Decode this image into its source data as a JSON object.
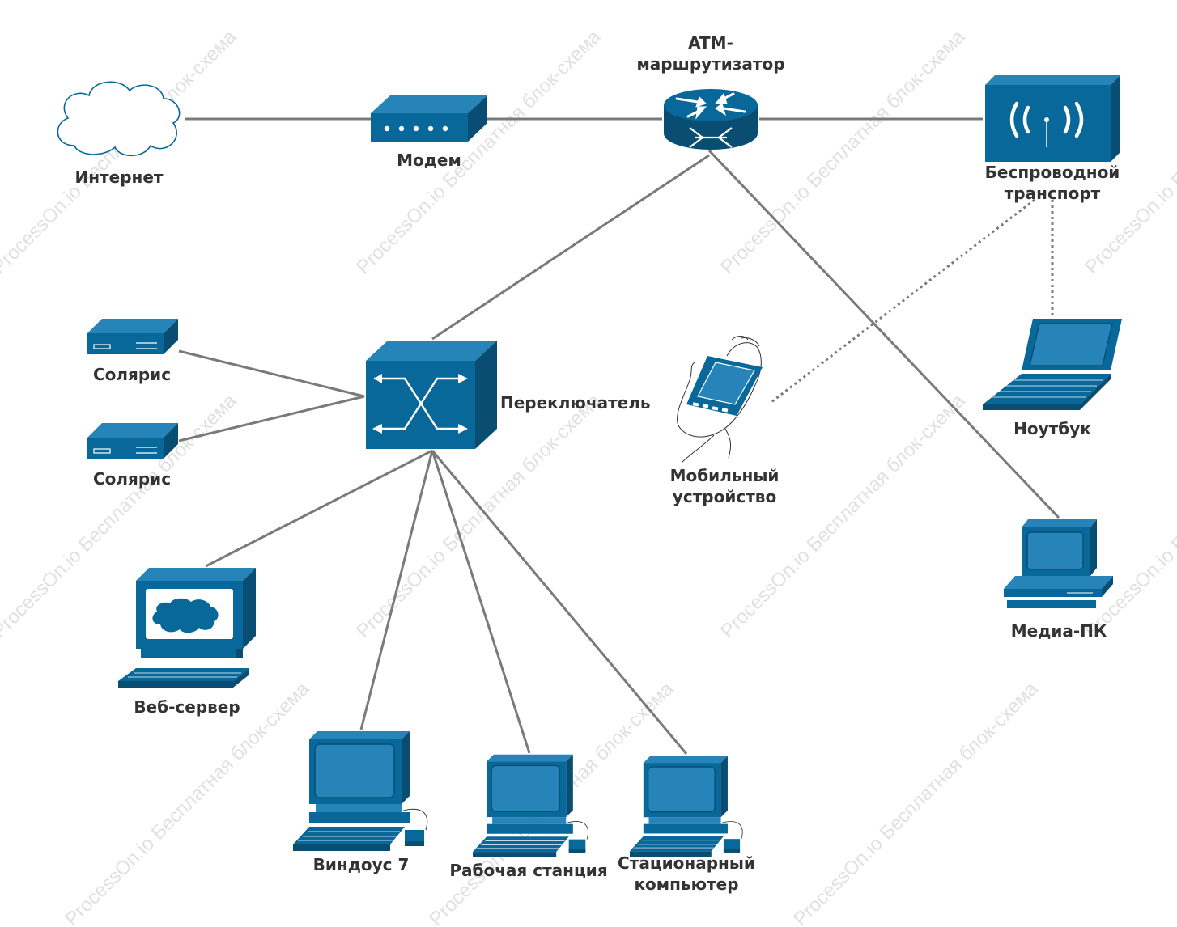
{
  "colors": {
    "device_fill": "#08689a",
    "device_dark": "#0a4d73",
    "device_light": "#2784b8",
    "line": "#7a7a7a",
    "text": "#333333",
    "watermark": "#d9d9d9"
  },
  "watermark": "ProcessOn.io Бесплатная блок-схема",
  "nodes": {
    "internet": {
      "label": "Интернет",
      "icon": "cloud-icon"
    },
    "modem": {
      "label": "Модем",
      "icon": "modem-icon"
    },
    "router": {
      "label_1": "ATM-",
      "label_2": "маршрутизатор",
      "icon": "router-icon"
    },
    "wireless": {
      "label_1": "Беспроводной",
      "label_2": "транспорт",
      "icon": "wireless-access-point-icon"
    },
    "solaris_1": {
      "label": "Солярис",
      "icon": "server-icon"
    },
    "solaris_2": {
      "label": "Солярис",
      "icon": "server-icon"
    },
    "switch": {
      "label": "Переключатель",
      "icon": "switch-icon"
    },
    "mobile": {
      "label_1": "Мобильный",
      "label_2": "устройство",
      "icon": "mobile-device-icon"
    },
    "laptop": {
      "label": "Ноутбук",
      "icon": "laptop-icon"
    },
    "media_pc": {
      "label": "Медиа-ПК",
      "icon": "media-pc-icon"
    },
    "web_server": {
      "label": "Веб-сервер",
      "icon": "web-server-icon"
    },
    "windows7": {
      "label": "Виндоус 7",
      "icon": "desktop-computer-icon"
    },
    "workstation": {
      "label": "Рабочая станция",
      "icon": "desktop-computer-icon"
    },
    "desktop": {
      "label_1": "Стационарный",
      "label_2": "компьютер",
      "icon": "desktop-computer-icon"
    }
  }
}
